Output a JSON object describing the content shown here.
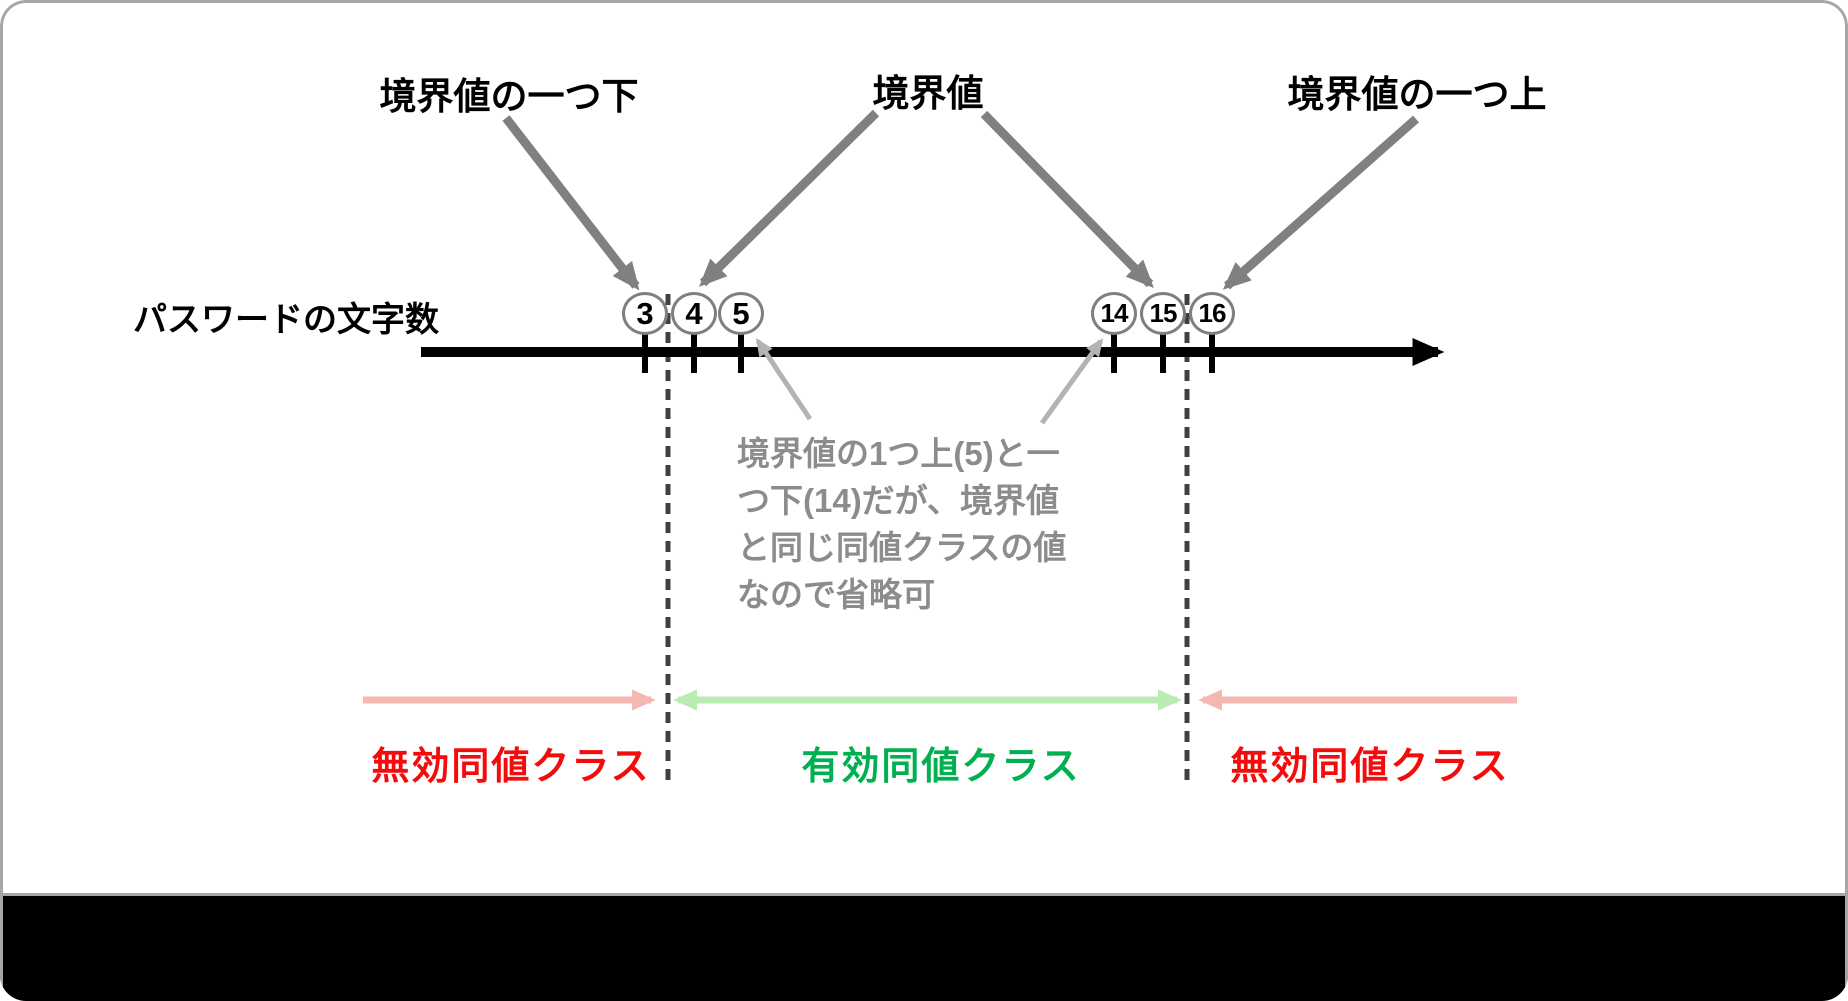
{
  "slide": {
    "axis_title": "パスワードの文字数",
    "top_labels": [
      {
        "text": "境界値の一つ下"
      },
      {
        "text": "境界値"
      },
      {
        "text": "境界値の一つ上"
      }
    ],
    "points": [
      {
        "label": "3"
      },
      {
        "label": "4"
      },
      {
        "label": "5"
      },
      {
        "label": "14"
      },
      {
        "label": "15"
      },
      {
        "label": "16"
      }
    ],
    "annotation": {
      "lines": [
        "境界値の1つ上(5)と一",
        "つ下(14)だが、境界値",
        "と同じ同値クラスの値",
        "なので省略可"
      ]
    },
    "regions": [
      {
        "label": "無効同値クラス",
        "type": "invalid"
      },
      {
        "label": "有効同値クラス",
        "type": "valid"
      },
      {
        "label": "無効同値クラス",
        "type": "invalid"
      }
    ],
    "colors": {
      "axis_line": "#000000",
      "tick": "#000000",
      "dashed_boundary": "#404040",
      "circle_outline": "#7f7f7f",
      "label_arrow_gray": "#808080",
      "callout_arrow_light_gray": "#b3b3b3",
      "annotation_text": "#8c8c8c",
      "invalid_text_red": "#f40b0b",
      "valid_text_green": "#00b050",
      "invalid_arrow_pink": "#f5b7b1",
      "valid_arrow_light_green": "#b9ecb0",
      "frame_border_gray": "#a6a6a6",
      "bottom_bar_black": "#000000"
    }
  }
}
